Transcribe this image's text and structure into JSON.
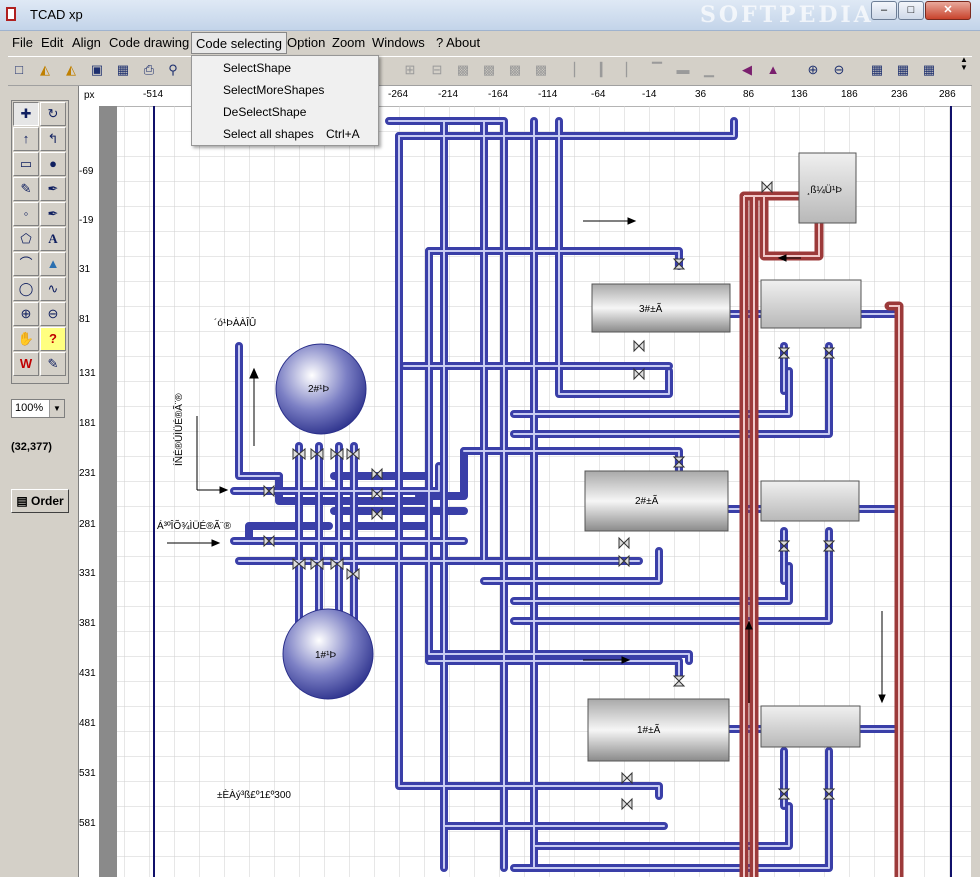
{
  "window": {
    "title": "TCAD xp",
    "watermark": "SOFTPEDIA"
  },
  "menu": [
    {
      "label": "File"
    },
    {
      "label": "Edit"
    },
    {
      "label": "Align"
    },
    {
      "label": "Code drawing"
    },
    {
      "label": "Code selecting"
    },
    {
      "label": "Option"
    },
    {
      "label": "Zoom"
    },
    {
      "label": "Windows"
    },
    {
      "label": "? About"
    }
  ],
  "dropdown": [
    {
      "label": "SelectShape",
      "shortcut": ""
    },
    {
      "label": "SelectMoreShapes",
      "shortcut": ""
    },
    {
      "label": "DeSelectShape",
      "shortcut": ""
    },
    {
      "label": "Select all shapes",
      "shortcut": "Ctrl+A"
    }
  ],
  "sidebar": {
    "zoom": "100%",
    "coords": "(32,377)",
    "order_label": "Order"
  },
  "ruler": {
    "unit": "px",
    "top": [
      "-514",
      "-264",
      "-214",
      "-164",
      "-114",
      "-64",
      "-14",
      "36",
      "86",
      "136",
      "186",
      "236",
      "286"
    ],
    "left": [
      "-69",
      "-19",
      "31",
      "81",
      "131",
      "181",
      "231",
      "281",
      "331",
      "381",
      "431",
      "481",
      "531",
      "581"
    ]
  },
  "drawing": {
    "label_top": "´ó¹ÞÀÀÎÛ",
    "label_side": "ÍÑÉ®ÚÌÜÉ®Ã¨®",
    "label_inlet": "Á³ºÎÕ¾ÌÜÉ®Ã¨®",
    "label_bottom": "±ÈÀý³ß£º1£º300",
    "tank2": "2#¹Þ",
    "tank1": "1#¹Þ",
    "vessel3": "3#±Ã",
    "vessel2": "2#±Ã",
    "vessel1": "1#±Ã",
    "topbox": "¸ß¼Ü¹Þ"
  }
}
